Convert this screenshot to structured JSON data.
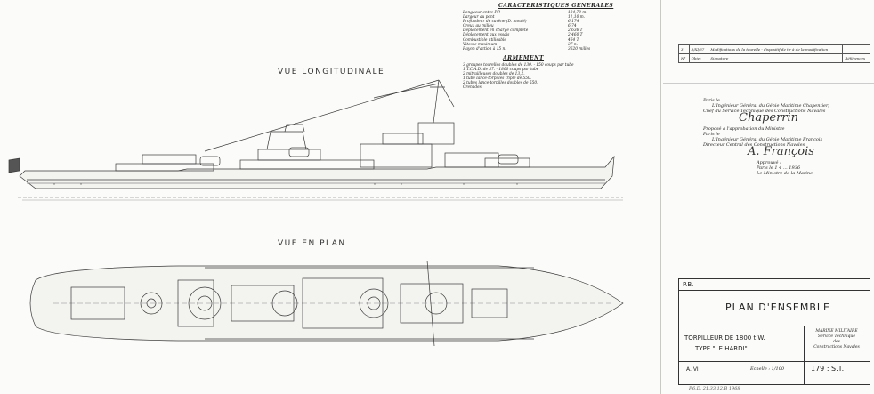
{
  "views": {
    "profile_title": "VUE   LONGITUDINALE",
    "plan_title": "VUE  EN  PLAN"
  },
  "specs": {
    "title": "CARACTERISTIQUES GENERALES",
    "rows": [
      {
        "label": "Longueur entre P.P.",
        "value": "124,70 m."
      },
      {
        "label": "Largeur au pont",
        "value": "11,10 m."
      },
      {
        "label": "Profondeur de carène (D. moulé)",
        "value": "6,174"
      },
      {
        "label": "Creux au milieu",
        "value": "6,74"
      },
      {
        "label": "Déplacement en charge complète",
        "value": "2.636 T"
      },
      {
        "label": "Déplacement aux essais",
        "value": "2.460 T"
      },
      {
        "label": "Combustible utilisable",
        "value": "464 T"
      },
      {
        "label": "Vitesse maximum",
        "value": "37 n."
      },
      {
        "label": "Rayon d'action à 15 n.",
        "value": "3620 milles"
      }
    ],
    "armament_title": "ARMEMENT",
    "armament_rows": [
      "3 groupes tourelles doubles de 130.  - 150 coups par tube",
      "1 T.C.A.D. de 37.                    - 1800 coups par tube",
      "2 mitrailleuses doubles de 13,2.",
      "1 tube lance-torpilles triple de 550.",
      "2 tubes lance-torpilles doubles de 550.",
      "Grenades."
    ]
  },
  "revision": {
    "row1": [
      "3",
      "3/XI/37",
      "Modifications de la tourelle - dispositif de tir à de la modification",
      ""
    ],
    "row2": [
      "",
      "N°",
      "Objet",
      "Signature",
      "Références"
    ]
  },
  "approvals": {
    "line1": "Paris le",
    "line2": "L'Ingénieur Général du Génie Maritime Chapentier,",
    "line3": "Chef du Service Technique des Constructions Navales",
    "sig1": "Chaperrin",
    "line4": "Proposé à l'approbation du Ministre",
    "line5": "Paris le",
    "line6": "L'Ingénieur Général du Génie Maritime François",
    "line7": "Directeur Central des Constructions Navales",
    "sig2": "A. François",
    "line8": "Approuvé :",
    "line9": "Paris le 1 4 ... 1936",
    "line10": "Le Ministre de la Marine"
  },
  "title_block": {
    "pb": "P.B.",
    "plan_title": "PLAN  D'ENSEMBLE",
    "ship_line1": "TORPILLEUR  DE  1800 t.W.",
    "ship_line2": "TYPE  \"LE  HARDI\"",
    "ministry1": "MARINE  MILITAIRE",
    "ministry2": "Service Technique",
    "ministry3": "des",
    "ministry4": "Constructions Navales",
    "sheet": "A. VI",
    "scale": "Echelle : 1/100",
    "drawing_no": "179 : S.T.",
    "footer": "P.6.D. 21.33.12.B  1968"
  }
}
